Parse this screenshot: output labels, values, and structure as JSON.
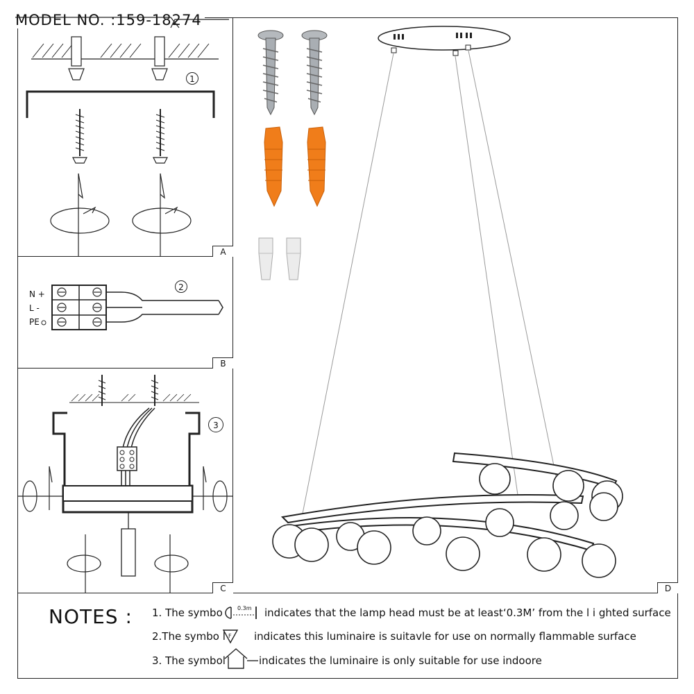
{
  "header": {
    "model": "MODEL NO. :159-18274"
  },
  "panels": {
    "a": {
      "letter": "A",
      "step": "1"
    },
    "b": {
      "letter": "B",
      "step": "2",
      "terminals": [
        "N +",
        "L -",
        "PE"
      ]
    },
    "c": {
      "letter": "C",
      "step": "3"
    },
    "d": {
      "letter": "D"
    }
  },
  "symbols": {
    "distance": "0.3m"
  },
  "notes": {
    "title": "NOTES :",
    "line1_a": "1. The symbo",
    "line1_b": "indicates that the lamp head must be at least‘0.3M’ from the l i ghted surface",
    "line2_a": "2.The symbo l",
    "line2_b": "indicates this luminaire is suitavle for use on normally flammable surface",
    "line3_a": "3. The symbol",
    "line3_b": "indicates the luminaire is only suitable for use indoore"
  },
  "colors": {
    "line": "#222222",
    "anchor": "#f07d1a",
    "screw": "#9aa0a6",
    "connector": "#e8e8e8"
  }
}
